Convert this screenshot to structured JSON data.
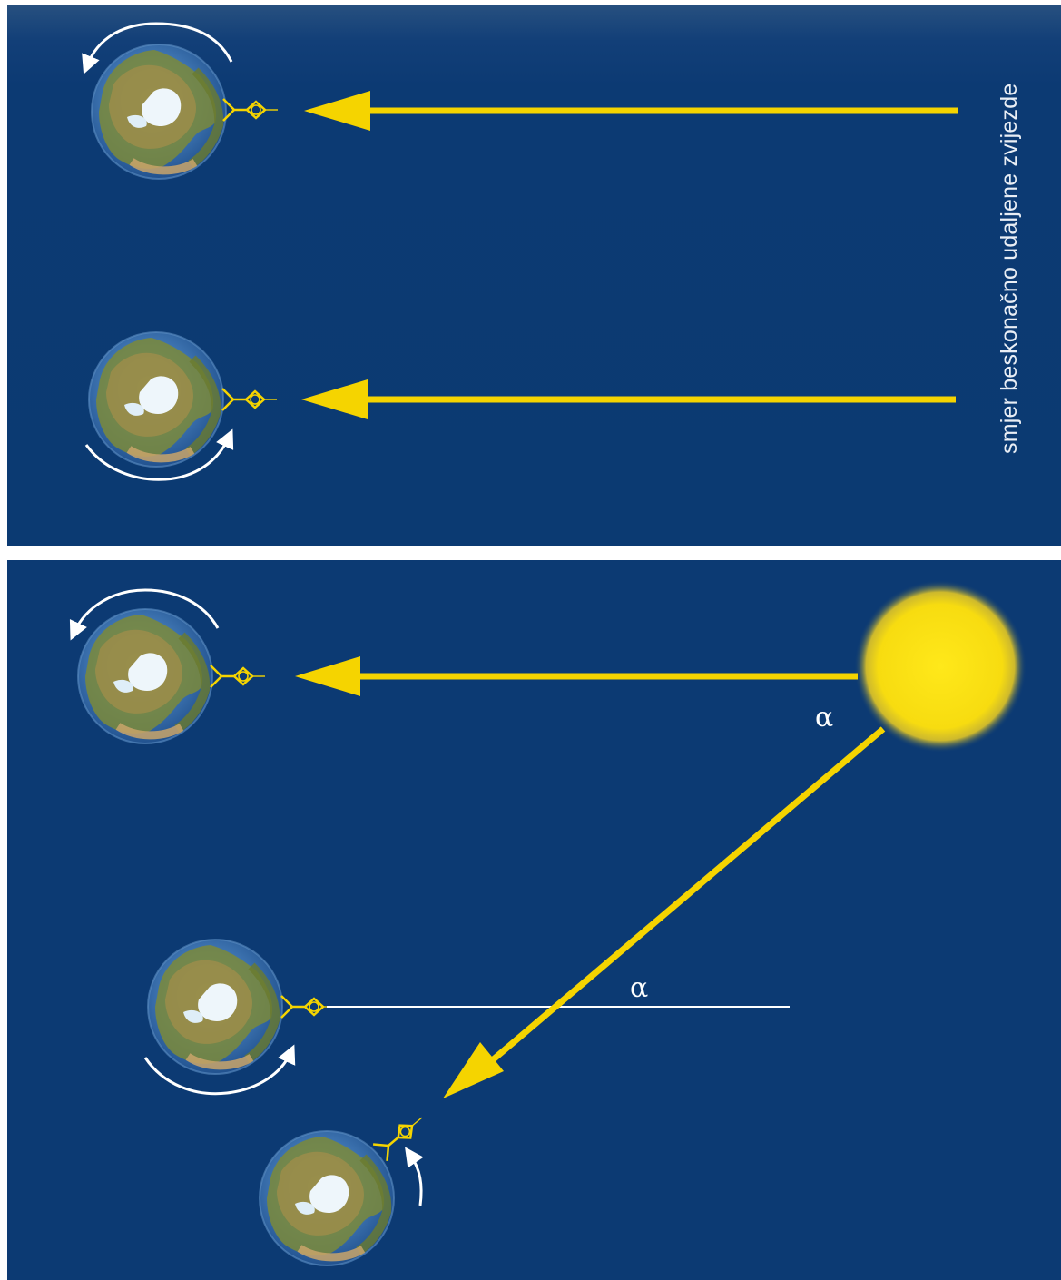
{
  "diagram": {
    "top_panel": {
      "label": "smjer beskonačno udaljene zvijezde"
    },
    "bottom_panel": {
      "angle_label_sun": "α",
      "angle_label_line": "α"
    },
    "colors": {
      "background": "#0c3a73",
      "ray": "#f5d400",
      "sun": "#f7df10",
      "rotation_arrow": "#ffffff"
    },
    "icons": [
      "earth-globe-icon",
      "observer-telescope-icon",
      "rotation-arrow-icon",
      "sun-icon"
    ]
  }
}
